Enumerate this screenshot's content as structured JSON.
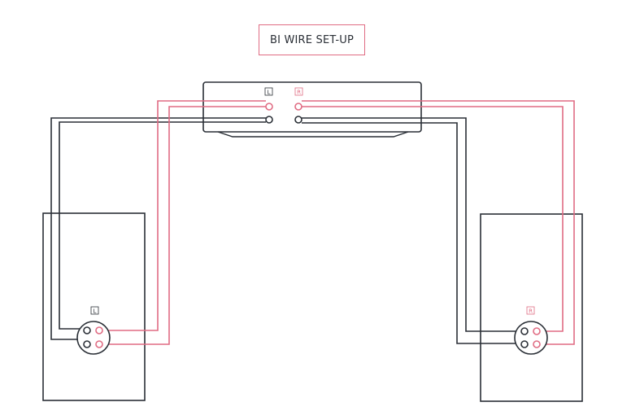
{
  "title": "BI WIRE SET-UP",
  "labels": {
    "amp_left": "L",
    "amp_right": "R",
    "speaker_left": "L",
    "speaker_right": "R"
  },
  "colors": {
    "dark_wire": "#2a2f36",
    "pink_wire": "#e06c83",
    "background": "#ffffff"
  }
}
